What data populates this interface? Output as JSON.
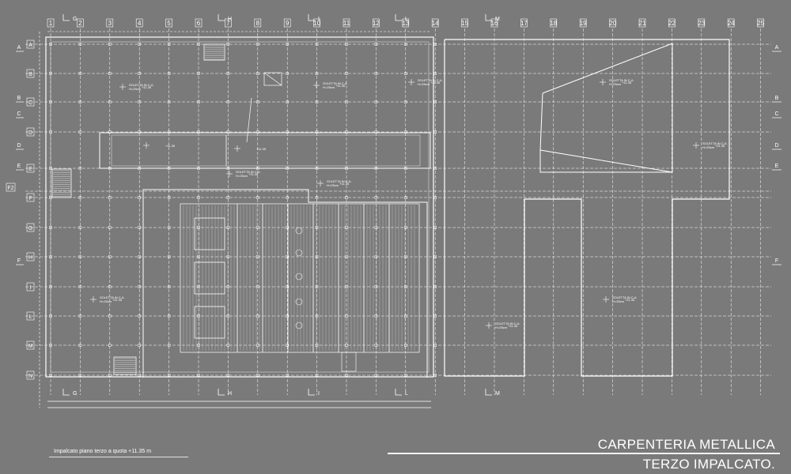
{
  "title": {
    "line1": "CARPENTERIA METALLICA",
    "line2": "TERZO IMPALCATO."
  },
  "caption": "Impalcato piano terzo a quota +11.35 m",
  "grid": {
    "columns": [
      "1",
      "2",
      "3",
      "4",
      "5",
      "6",
      "7",
      "8",
      "9",
      "10",
      "11",
      "12",
      "13",
      "14",
      "15",
      "16",
      "17",
      "18",
      "19",
      "20",
      "21",
      "22",
      "23",
      "24",
      "25"
    ],
    "rows": [
      "A",
      "B",
      "C",
      "D",
      "E",
      "F",
      "G",
      "H",
      "I",
      "L",
      "M",
      "N"
    ],
    "extra_row": "F2",
    "column_sections": [
      "G",
      "H",
      "I",
      "L",
      "M"
    ],
    "left_sections": [
      "A",
      "B",
      "C",
      "D",
      "E",
      "F"
    ],
    "right_sections": [
      "A",
      "B",
      "C",
      "D",
      "E",
      "F"
    ]
  },
  "annotations": {
    "slab_label": "SOLETTA IN C.A.",
    "slab_thickness": "H=25cm",
    "level_tag": "+11.35"
  },
  "colors": {
    "background": "#7a7a7a",
    "lines": "#ffffff"
  }
}
